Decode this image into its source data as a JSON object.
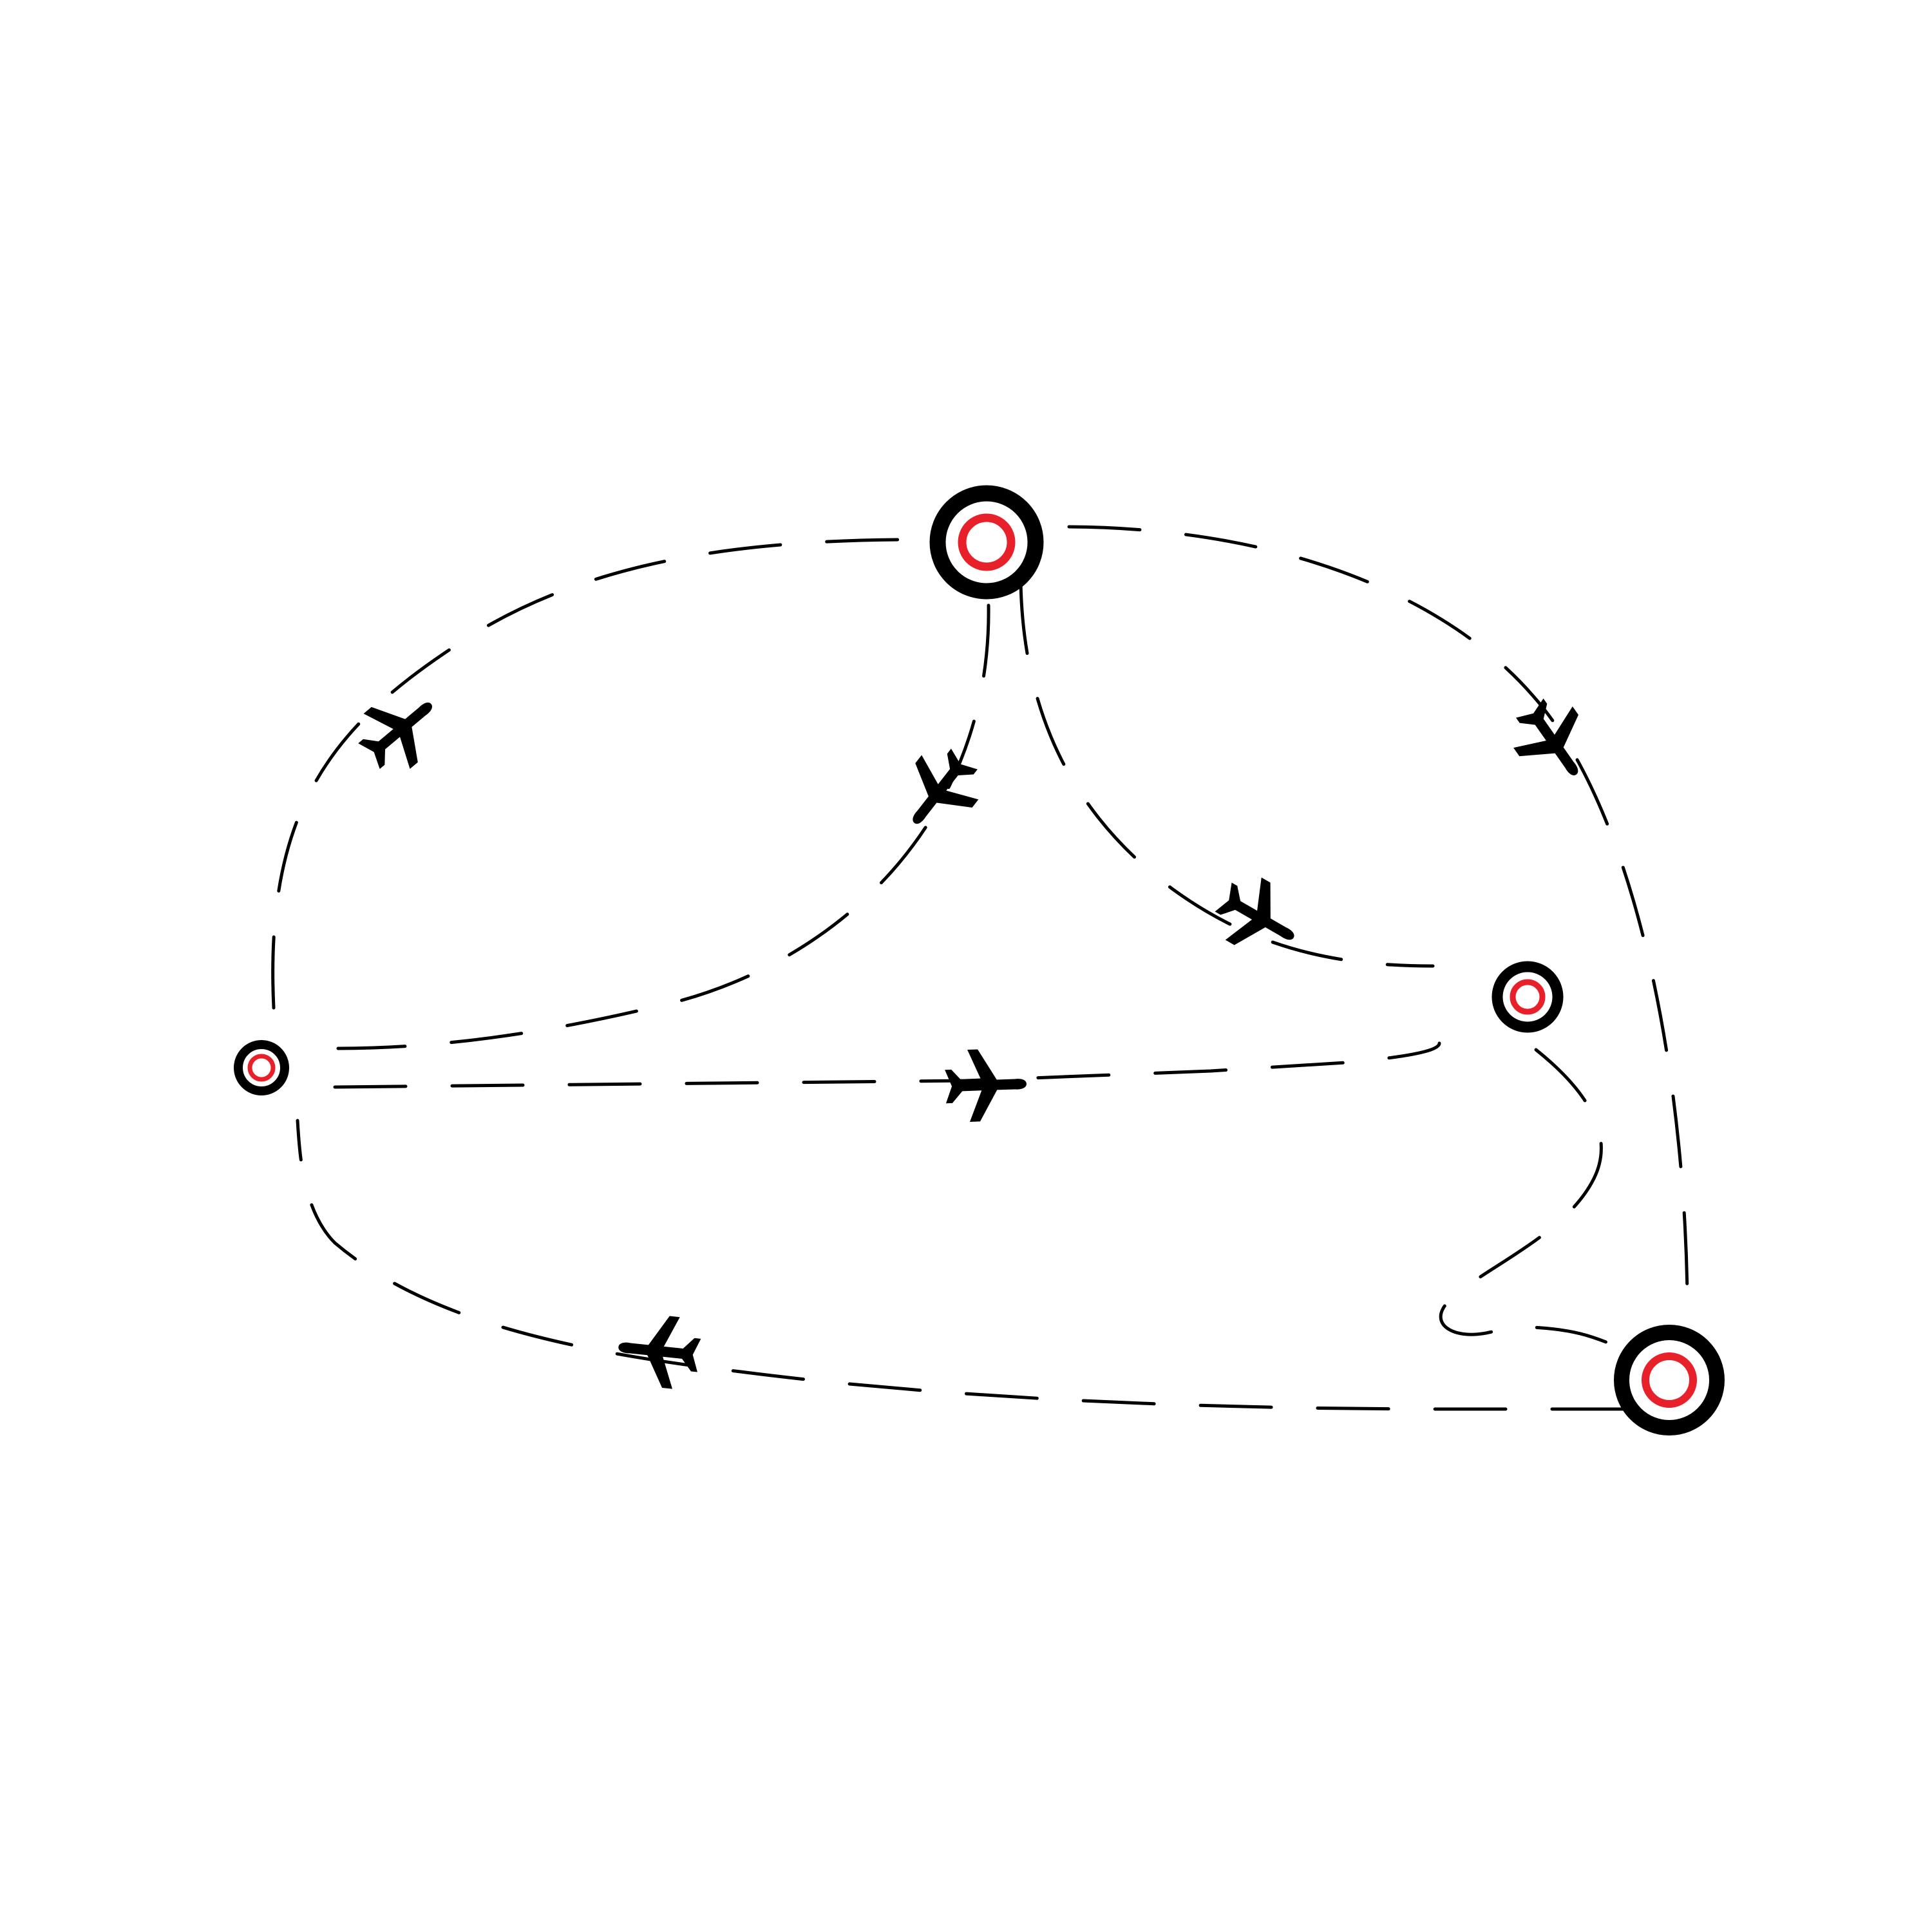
{
  "diagram": {
    "type": "flight-route-map",
    "colors": {
      "background": "#ffffff",
      "route": "#000000",
      "pin_ring": "#000000",
      "pin_center": "#e8202a",
      "plane": "#000000"
    },
    "locations": [
      {
        "id": "top",
        "size": "large",
        "icon": "location-pin-icon"
      },
      {
        "id": "left",
        "size": "small",
        "icon": "location-pin-icon"
      },
      {
        "id": "right-middle",
        "size": "medium",
        "icon": "location-pin-icon"
      },
      {
        "id": "bottom-right",
        "size": "large",
        "icon": "location-pin-icon"
      }
    ],
    "routes": [
      {
        "from": "left",
        "to": "top",
        "style": "dashed"
      },
      {
        "from": "top",
        "to": "left",
        "style": "dashed"
      },
      {
        "from": "top",
        "to": "right-middle",
        "style": "dashed"
      },
      {
        "from": "top",
        "to": "bottom-right",
        "style": "dashed"
      },
      {
        "from": "left",
        "to": "right-middle",
        "style": "dashed"
      },
      {
        "from": "right-middle",
        "to": "bottom-right",
        "style": "dashed"
      },
      {
        "from": "bottom-right",
        "to": "left",
        "style": "dashed"
      }
    ],
    "planes": [
      {
        "icon": "airplane-icon"
      },
      {
        "icon": "airplane-icon"
      },
      {
        "icon": "airplane-icon"
      },
      {
        "icon": "airplane-icon"
      },
      {
        "icon": "airplane-icon"
      },
      {
        "icon": "airplane-icon"
      }
    ]
  }
}
